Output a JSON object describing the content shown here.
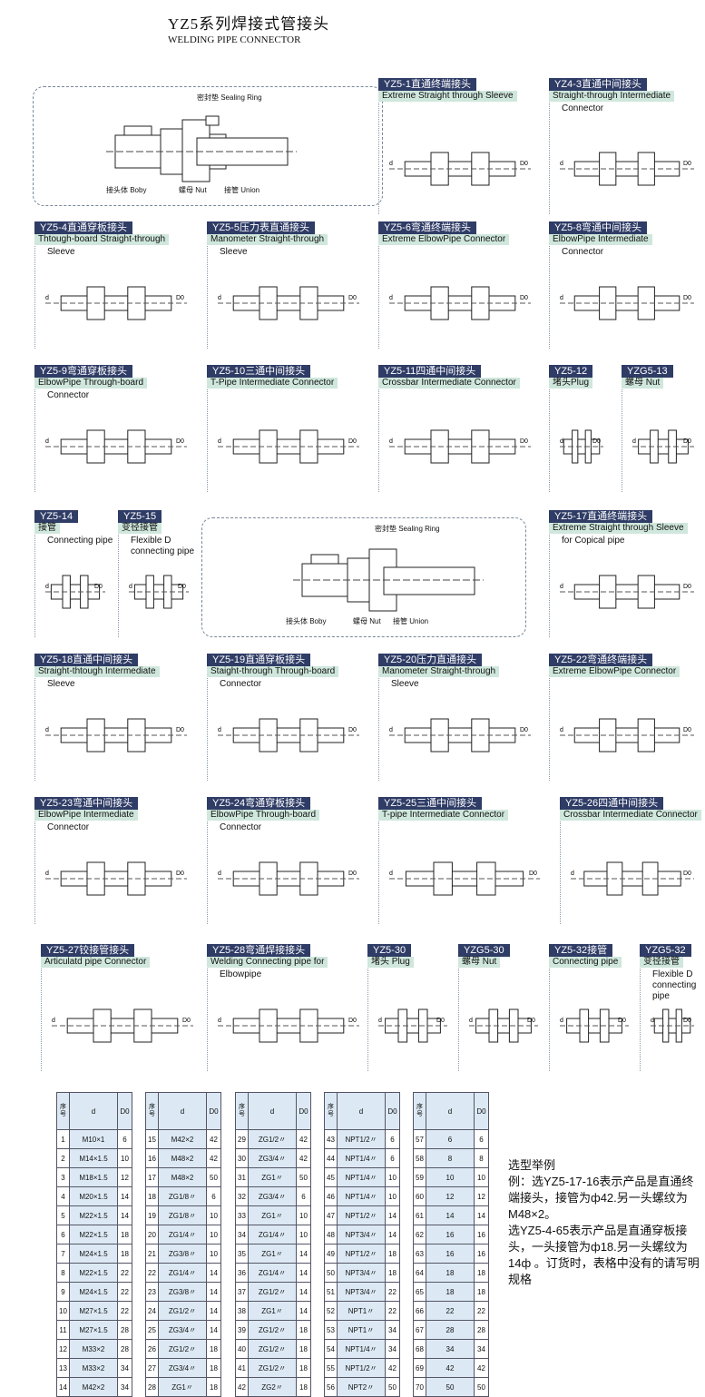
{
  "title": "YZ5系列焊接式管接头",
  "subtitle": "WELDING PIPE CONNECTOR",
  "labels": {
    "seal": "密封垫 Sealing Ring",
    "body": "接头体 Boby",
    "nut": "螺母 Nut",
    "union": "接管 Union",
    "d": "d",
    "D0": "D0"
  },
  "items": [
    {
      "code": "YZ5-1直通终端接头",
      "sub": "Extreme Straight through Sleeve",
      "sub2": ""
    },
    {
      "code": "YZ4-3直通中间接头",
      "sub": "Straight-through Intermediate",
      "sub2": "Connector"
    },
    {
      "code": "YZ5-4直通穿板接头",
      "sub": "Thtough-board Straight-through",
      "sub2": "Sleeve"
    },
    {
      "code": "YZ5-5压力表直通接头",
      "sub": "Manometer Straight-through",
      "sub2": "Sleeve"
    },
    {
      "code": "YZ5-6弯通终端接头",
      "sub": "Extreme ElbowPipe Connector",
      "sub2": ""
    },
    {
      "code": "YZ5-8弯通中间接头",
      "sub": "ElbowPipe Intermediate",
      "sub2": "Connector"
    },
    {
      "code": "YZ5-9弯通穿板接头",
      "sub": "ElbowPipe Through-board",
      "sub2": "Connector"
    },
    {
      "code": "YZ5-10三通中间接头",
      "sub": "T-Pipe Intermediate Connector",
      "sub2": ""
    },
    {
      "code": "YZ5-11四通中间接头",
      "sub": "Crossbar Intermediate Connector",
      "sub2": ""
    },
    {
      "code": "YZ5-12",
      "sub": "堵头Plug",
      "sub2": ""
    },
    {
      "code": "YZG5-13",
      "sub": "螺母 Nut",
      "sub2": ""
    },
    {
      "code": "YZ5-14",
      "sub": "接管",
      "sub2": "Connecting pipe"
    },
    {
      "code": "YZ5-15",
      "sub": "变径接管",
      "sub2": "Flexible D connecting pipe"
    },
    {
      "code": "YZ5-17直通终端接头",
      "sub": "Extreme Straight through Sleeve",
      "sub2": "for Copical pipe"
    },
    {
      "code": "YZ5-18直通中间接头",
      "sub": "Straight-thtough Intermediate",
      "sub2": "Sleeve"
    },
    {
      "code": "YZ5-19直通穿板接头",
      "sub": "Staight-through Through-board",
      "sub2": "Connector"
    },
    {
      "code": "YZ5-20压力直通接头",
      "sub": "Manometer Straight-through",
      "sub2": "Sleeve"
    },
    {
      "code": "YZ5-22弯通终端接头",
      "sub": "Extreme ElbowPipe Connector",
      "sub2": ""
    },
    {
      "code": "YZ5-23弯通中间接头",
      "sub": "ElbowPipe Intermediate",
      "sub2": "Connector"
    },
    {
      "code": "YZ5-24弯通穿板接头",
      "sub": "ElbowPipe Through-board",
      "sub2": "Connector"
    },
    {
      "code": "YZ5-25三通中间接头",
      "sub": "T-pipe Intermediate Connector",
      "sub2": ""
    },
    {
      "code": "YZ5-26四通中间接头",
      "sub": "Crossbar Intermediate Connector",
      "sub2": ""
    },
    {
      "code": "YZ5-27铰接管接头",
      "sub": "Articulatd pipe Connector",
      "sub2": ""
    },
    {
      "code": "YZ5-28弯通焊接接头",
      "sub": "Welding Connecting pipe for",
      "sub2": "Elbowpipe"
    },
    {
      "code": "YZ5-30",
      "sub": "堵头 Plug",
      "sub2": ""
    },
    {
      "code": "YZG5-30",
      "sub": "螺母 Nut",
      "sub2": ""
    },
    {
      "code": "YZ5-32接管",
      "sub": "Connecting pipe",
      "sub2": ""
    },
    {
      "code": "YZG5-32",
      "sub": "变径接管",
      "sub2": "Flexible D connecting pipe"
    }
  ],
  "table": {
    "headers": {
      "no": "序号",
      "d": "d",
      "D0": "D0"
    },
    "groups": [
      [
        [
          "1",
          "M10×1",
          "6"
        ],
        [
          "2",
          "M14×1.5",
          "10"
        ],
        [
          "3",
          "M18×1.5",
          "12"
        ],
        [
          "4",
          "M20×1.5",
          "14"
        ],
        [
          "5",
          "M22×1.5",
          "14"
        ],
        [
          "6",
          "M22×1.5",
          "18"
        ],
        [
          "7",
          "M24×1.5",
          "18"
        ],
        [
          "8",
          "M22×1.5",
          "22"
        ],
        [
          "9",
          "M24×1.5",
          "22"
        ],
        [
          "10",
          "M27×1.5",
          "22"
        ],
        [
          "11",
          "M27×1.5",
          "28"
        ],
        [
          "12",
          "M33×2",
          "28"
        ],
        [
          "13",
          "M33×2",
          "34"
        ],
        [
          "14",
          "M42×2",
          "34"
        ]
      ],
      [
        [
          "15",
          "M42×2",
          "42"
        ],
        [
          "16",
          "M48×2",
          "42"
        ],
        [
          "17",
          "M48×2",
          "50"
        ],
        [
          "18",
          "ZG1/8〃",
          "6"
        ],
        [
          "19",
          "ZG1/8〃",
          "10"
        ],
        [
          "20",
          "ZG1/4〃",
          "10"
        ],
        [
          "21",
          "ZG3/8〃",
          "10"
        ],
        [
          "22",
          "ZG1/4〃",
          "14"
        ],
        [
          "23",
          "ZG3/8〃",
          "14"
        ],
        [
          "24",
          "ZG1/2〃",
          "14"
        ],
        [
          "25",
          "ZG3/4〃",
          "14"
        ],
        [
          "26",
          "ZG1/2〃",
          "18"
        ],
        [
          "27",
          "ZG3/4〃",
          "18"
        ],
        [
          "28",
          "ZG1〃",
          "18"
        ]
      ],
      [
        [
          "29",
          "ZG1/2〃",
          "42"
        ],
        [
          "30",
          "ZG3/4〃",
          "42"
        ],
        [
          "31",
          "ZG1〃",
          "50"
        ],
        [
          "32",
          "ZG3/4〃",
          "6"
        ],
        [
          "33",
          "ZG1〃",
          "10"
        ],
        [
          "34",
          "ZG1/4〃",
          "10"
        ],
        [
          "35",
          "ZG1〃",
          "14"
        ],
        [
          "36",
          "ZG1/4〃",
          "14"
        ],
        [
          "37",
          "ZG1/2〃",
          "14"
        ],
        [
          "38",
          "ZG1〃",
          "14"
        ],
        [
          "39",
          "ZG1/2〃",
          "18"
        ],
        [
          "40",
          "ZG1/2〃",
          "18"
        ],
        [
          "41",
          "ZG1/2〃",
          "18"
        ],
        [
          "42",
          "ZG2〃",
          "18"
        ]
      ],
      [
        [
          "43",
          "NPT1/2〃",
          "6"
        ],
        [
          "44",
          "NPT1/4〃",
          "6"
        ],
        [
          "45",
          "NPT1/4〃",
          "10"
        ],
        [
          "46",
          "NPT1/4〃",
          "10"
        ],
        [
          "47",
          "NPT1/2〃",
          "14"
        ],
        [
          "48",
          "NPT3/4〃",
          "14"
        ],
        [
          "49",
          "NPT1/2〃",
          "18"
        ],
        [
          "50",
          "NPT3/4〃",
          "18"
        ],
        [
          "51",
          "NPT3/4〃",
          "22"
        ],
        [
          "52",
          "NPT1〃",
          "22"
        ],
        [
          "53",
          "NPT1〃",
          "34"
        ],
        [
          "54",
          "NPT1/4〃",
          "34"
        ],
        [
          "55",
          "NPT1/2〃",
          "42"
        ],
        [
          "56",
          "NPT2〃",
          "50"
        ]
      ],
      [
        [
          "57",
          "6",
          "6"
        ],
        [
          "58",
          "8",
          "8"
        ],
        [
          "59",
          "10",
          "10"
        ],
        [
          "60",
          "12",
          "12"
        ],
        [
          "61",
          "14",
          "14"
        ],
        [
          "62",
          "16",
          "16"
        ],
        [
          "63",
          "16",
          "16"
        ],
        [
          "64",
          "18",
          "18"
        ],
        [
          "65",
          "18",
          "18"
        ],
        [
          "66",
          "22",
          "22"
        ],
        [
          "67",
          "28",
          "28"
        ],
        [
          "68",
          "34",
          "34"
        ],
        [
          "69",
          "42",
          "42"
        ],
        [
          "70",
          "50",
          "50"
        ]
      ]
    ]
  },
  "note": {
    "title": "选型举例",
    "lines": [
      "例：选YZ5-17-16表示产品是直通终端接头，接管为ф42.另一头螺纹为M48×2。",
      "选YZ5-4-65表示产品是直通穿板接头，一头接管为ф18.另一头螺纹为14ф 。订货时，表格中没有的请写明规格"
    ]
  }
}
